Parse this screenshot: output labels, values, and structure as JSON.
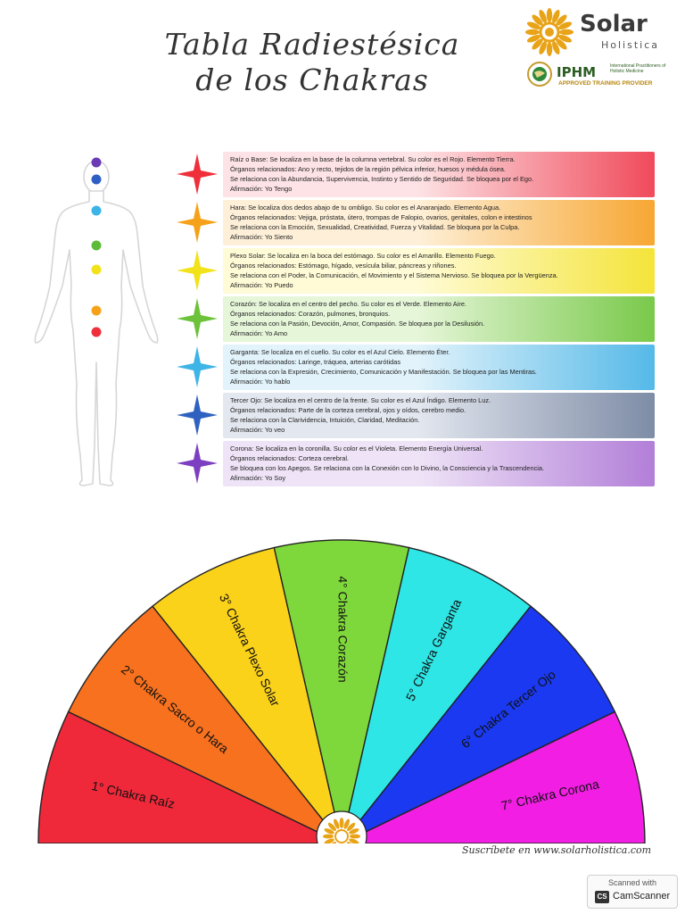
{
  "header": {
    "title_line1": "Tabla Radiestésica",
    "title_line2": "de los Chakras"
  },
  "brand": {
    "name": "Solar",
    "subtitle": "Holistica",
    "iphm": "IPHM",
    "iphm_small": "International Practitioners of Holistic Medicine",
    "iphm_provider": "APPROVED TRAINING PROVIDER",
    "accent_color": "#e8a317"
  },
  "chakra_rows": [
    {
      "color": "#ef2f3a",
      "bg_start": "#fde3e5",
      "bg_end": "#f04a5b",
      "l1": "Raíz o Base:  Se localiza en la base de la columna vertebral. Su color es el Rojo. Elemento Tierra.",
      "l2": "Órganos relacionados: Ano y recto, tejidos de la región pélvica inferior, huesos y médula ósea.",
      "l3": "Se relaciona con la Abundancia, Supervivencia, Instinto y Sentido de Seguridad. Se bloquea por el Ego.",
      "l4": "Afirmación: Yo Tengo"
    },
    {
      "color": "#f5a21a",
      "bg_start": "#fef0d8",
      "bg_end": "#f7a733",
      "l1": "Hara: Se localiza dos dedos abajo de tu ombligo. Su color es el Anaranjado. Elemento Agua.",
      "l2": "Órganos relacionados: Vejiga, próstata, útero, trompas de Falopio, ovarios, genitales, colon e intestinos",
      "l3": "Se relaciona con la Emoción, Sexualidad, Creatividad, Fuerza y Vitalidad. Se bloquea por la Culpa.",
      "l4": "Afirmación: Yo Siento"
    },
    {
      "color": "#f2e21a",
      "bg_start": "#fffbd6",
      "bg_end": "#f4e43a",
      "l1": "Plexo Solar: Se localiza en la boca del estómago. Su color es el Amarillo. Elemento Fuego.",
      "l2": "Órganos relacionados: Estómago, hígado, vesícula biliar, páncreas y riñones.",
      "l3": "Se relaciona con el Poder, la Comunicación, el Movimiento y el Sistema Nervioso. Se bloquea por la Vergüenza.",
      "l4": "Afirmación: Yo Puedo"
    },
    {
      "color": "#6cc23a",
      "bg_start": "#e6f6d9",
      "bg_end": "#79c94a",
      "l1": "Corazón: Se localiza en el centro del pecho. Su color es el Verde. Elemento Aire.",
      "l2": "Órganos relacionados: Corazón, pulmones, bronquios.",
      "l3": "Se relaciona con la Pasión, Devoción, Amor, Compasión. Se bloquea por la Desilusión.",
      "l4": "Afirmación: Yo Amo"
    },
    {
      "color": "#3fb4e6",
      "bg_start": "#e2f3fb",
      "bg_end": "#55b9e8",
      "l1": "Garganta:  Se localiza en el cuello. Su color es el Azul Cielo. Elemento Éter.",
      "l2": "Órganos relacionados:   Laringe, tráquea, arterias carótidas",
      "l3": "Se relaciona con la Expresión, Crecimiento, Comunicación y Manifestación. Se bloquea por las Mentiras.",
      "l4": "Afirmación: Yo hablo"
    },
    {
      "color": "#2f62c0",
      "bg_start": "#e3e7ef",
      "bg_end": "#7e8ca6",
      "l1": "Tercer Ojo:  Se localiza en el centro de la frente. Su color es el Azul Índigo. Elemento Luz.",
      "l2": "Órganos relacionados: Parte de la corteza cerebral, ojos y oídos, cerebro medio.",
      "l3": "Se relaciona con la Clarividencia, Intuición, Claridad, Meditación.",
      "l4": "Afirmación: Yo veo"
    },
    {
      "color": "#7d3fc1",
      "bg_start": "#efe4f7",
      "bg_end": "#b27fd8",
      "l1": "Corona:  Se localiza en la coronilla. Su color es el Violeta. Elemento Energía Universal.",
      "l2": "Órganos relacionados:  Corteza cerebral.",
      "l3": "Se bloquea con los Apegos.  Se relaciona con la Conexión con lo Divino, la Consciencia y la Trascendencia.",
      "l4": "Afirmación: Yo Soy"
    }
  ],
  "body_dots": [
    {
      "color": "#6a3bb5"
    },
    {
      "color": "#2d5fc4"
    },
    {
      "color": "#3cb4e8"
    },
    {
      "color": "#5dbb3a"
    },
    {
      "color": "#f2e21a"
    },
    {
      "color": "#f5a21a"
    },
    {
      "color": "#ef2f3a"
    }
  ],
  "fan": {
    "segments": [
      {
        "label": "1° Chakra Raíz",
        "color": "#f0293a"
      },
      {
        "label": "2° Chakra Sacro o Hara",
        "color": "#f7711e"
      },
      {
        "label": "3° Chakra Plexo Solar",
        "color": "#fbd21a"
      },
      {
        "label": "4° Chakra Corazón",
        "color": "#7fd83b"
      },
      {
        "label": "5° Chakra Garganta",
        "color": "#2fe6e6"
      },
      {
        "label": "6° Chakra Tercer Ojo",
        "color": "#1a39f0"
      },
      {
        "label": "7° Chakra Corona",
        "color": "#f21ee4"
      }
    ]
  },
  "footer": {
    "url_text": "Suscríbete en www.solarholistica.com",
    "scan_line1": "Scanned with",
    "scan_line2": "CamScanner",
    "scan_badge": "CS"
  }
}
